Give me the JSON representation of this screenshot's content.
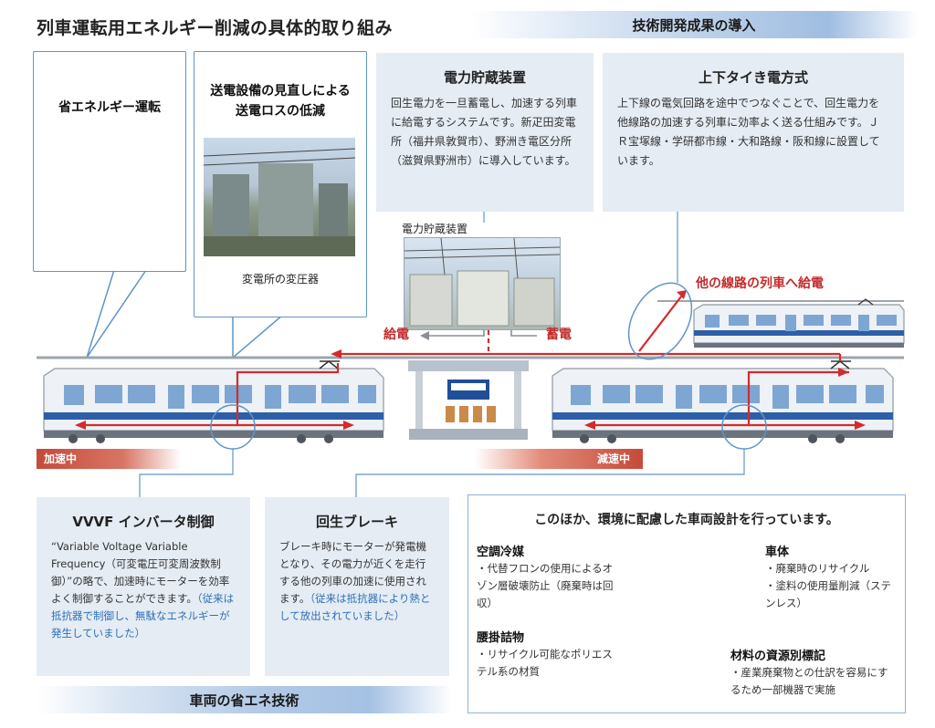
{
  "main_title": "列車運転用エネルギー削減の具体的取り組み",
  "tech_banner": "技術開発成果の導入",
  "vehicle_banner": "車両の省エネ技術",
  "callouts": {
    "eco_driving": "省エネルギー運転",
    "power_line": "送電設備の見直しによる\n送電ロスの低減",
    "transformer_caption": "変電所の変圧器"
  },
  "storage": {
    "title": "電力貯蔵装置",
    "body": "回生電力を一旦蓄電し、加速する列車に給電するシステムです。新疋田変電所（福井県敦賀市）、野洲き電区分所（滋賀県野洲市）に導入しています。",
    "photo_caption": "電力貯蔵装置",
    "supply_label": "給電",
    "charge_label": "蓄電"
  },
  "tie": {
    "title": "上下タイき電方式",
    "body": "上下線の電気回路を途中でつなぐことで、回生電力を他線路の加速する列車に効率よく送る仕組みです。ＪＲ宝塚線・学研都市線・大和路線・阪和線に設置しています。",
    "other_line_label": "他の線路の列車へ給電"
  },
  "accelerating_label": "加速中",
  "decelerating_label": "減速中",
  "vvvf": {
    "title": "VVVF インバータ制御",
    "body": "“Variable Voltage Variable Frequency（可変電圧可変周波数制御）”の略で、加速時にモーターを効率よく制御することができます。",
    "note": "（従来は抵抗器で制御し、無駄なエネルギーが発生していました）"
  },
  "regen": {
    "title": "回生ブレーキ",
    "body": "ブレーキ時にモーターが発電機となり、その電力が近くを走行する他の列車の加速に使用されます。",
    "note": "（従来は抵抗器により熱として放出されていました）"
  },
  "env": {
    "title": "このほか、環境に配慮した車両設計を行っています。",
    "aircon_label": "空調冷媒",
    "aircon_text": "・代替フロンの使用によるオゾン層破壊防止（廃棄時は回収）",
    "seat_label": "腰掛詰物",
    "seat_text": "・リサイクル可能なポリエステル系の材質",
    "body_label": "車体",
    "body_text": "・廃棄時のリサイクル\n・塗料の使用量削減（ステンレス）",
    "material_label": "材料の資源別標記",
    "material_text": "・産業廃棄物との仕訳を容易にするため一部機器で実施"
  },
  "colors": {
    "accent_blue": "#5f95c8",
    "panel_bg": "#e5ecf4",
    "power_red": "#d32b2b",
    "train_stripe": "#2d5fa8"
  }
}
